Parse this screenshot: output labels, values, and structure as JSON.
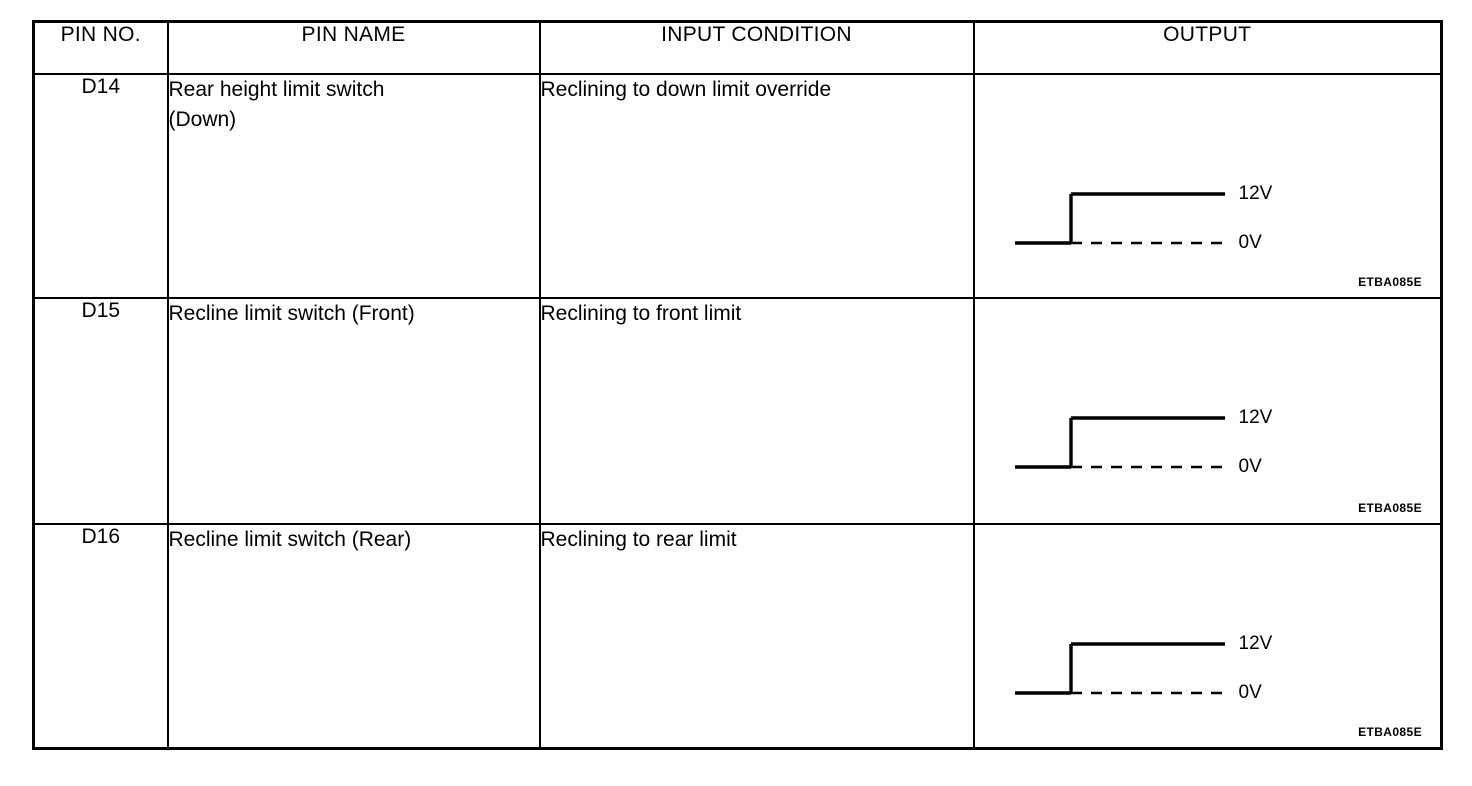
{
  "table": {
    "headers": [
      {
        "id": "pin-no",
        "label": "PIN NO."
      },
      {
        "id": "pin-name",
        "label": "PIN NAME"
      },
      {
        "id": "input-condition",
        "label": "INPUT CONDITION"
      },
      {
        "id": "output",
        "label": "OUTPUT"
      }
    ],
    "rows": [
      {
        "pin_no": "D14",
        "pin_name_line1": "Rear height limit switch",
        "pin_name_line2": "(Down)",
        "input_condition": "Reclining to down limit override",
        "output": {
          "high_label": "12V",
          "low_label": "0V",
          "waveform": "rising-edge-step",
          "code": "ETBA085E"
        }
      },
      {
        "pin_no": "D15",
        "pin_name_line1": "Recline limit switch (Front)",
        "pin_name_line2": "",
        "input_condition": "Reclining to front limit",
        "output": {
          "high_label": "12V",
          "low_label": "0V",
          "waveform": "rising-edge-step",
          "code": "ETBA085E"
        }
      },
      {
        "pin_no": "D16",
        "pin_name_line1": "Recline limit switch (Rear)",
        "pin_name_line2": "",
        "input_condition": "Reclining to rear limit",
        "output": {
          "high_label": "12V",
          "low_label": "0V",
          "waveform": "rising-edge-step",
          "code": "ETBA085E"
        }
      }
    ]
  },
  "colors": {
    "ink": "#000000",
    "paper": "#ffffff"
  }
}
